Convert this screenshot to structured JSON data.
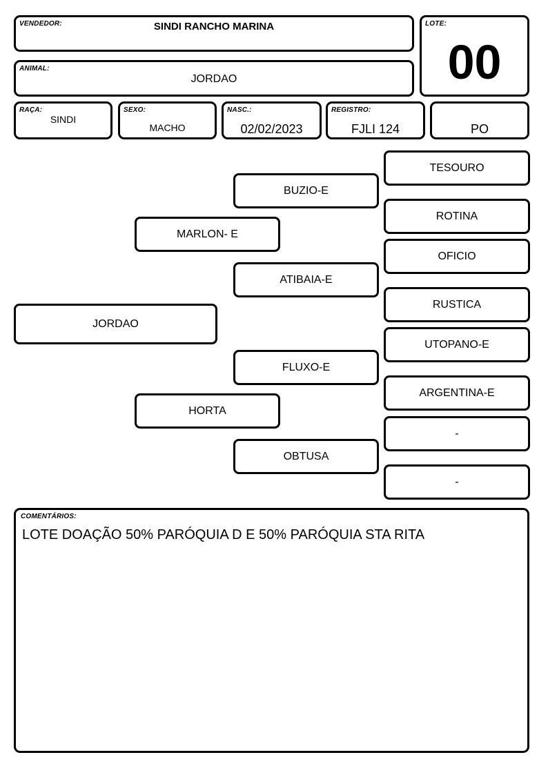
{
  "header": {
    "vendedor": {
      "label": "VENDEDOR:",
      "value": "SINDI RANCHO MARINA"
    },
    "lote": {
      "label": "LOTE:",
      "value": "00"
    },
    "animal": {
      "label": "ANIMAL:",
      "value": "JORDAO"
    }
  },
  "info": {
    "raca": {
      "label": "RAÇA:",
      "value": "SINDI"
    },
    "sexo": {
      "label": "SEXO:",
      "value": "MACHO"
    },
    "nasc": {
      "label": "NASC.:",
      "value": "02/02/2023"
    },
    "registro": {
      "label": "REGISTRO:",
      "value": "FJLI 124"
    },
    "categoria": {
      "value": "PO"
    }
  },
  "pedigree": {
    "animal": "JORDAO",
    "sire": "MARLON- E",
    "dam": "HORTA",
    "sire_sire": "BUZIO-E",
    "sire_dam": "ATIBAIA-E",
    "dam_sire": "FLUXO-E",
    "dam_dam": "OBTUSA",
    "great_grandparents": [
      "TESOURO",
      "ROTINA",
      "OFICIO",
      "RUSTICA",
      "UTOPANO-E",
      "ARGENTINA-E",
      "-",
      "-"
    ]
  },
  "comments": {
    "label": "COMENTÁRIOS:",
    "text": "LOTE DOAÇÃO 50% PARÓQUIA D E 50% PARÓQUIA STA RITA"
  }
}
